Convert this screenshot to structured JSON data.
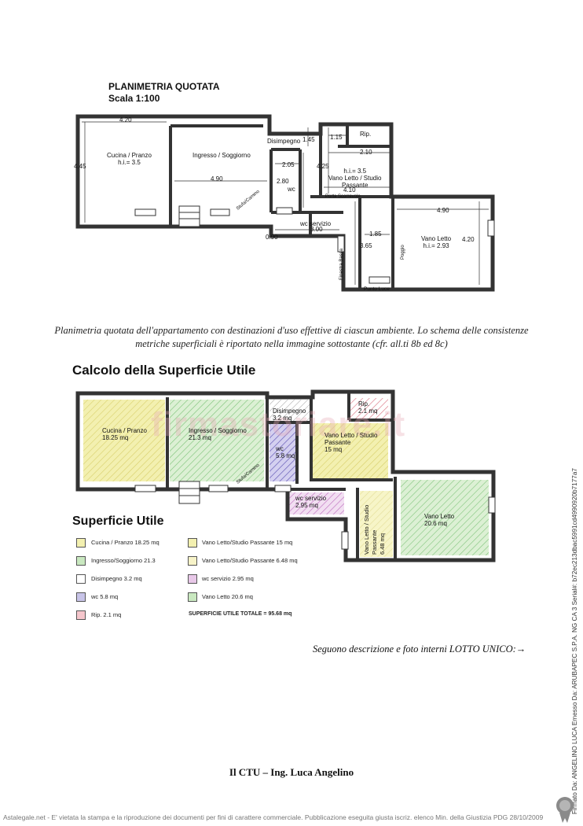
{
  "plan1": {
    "title": "PLANIMETRIA QUOTATA",
    "scale": "Scala 1:100",
    "rooms": {
      "cucina": "Cucina / Pranzo",
      "cucina_hi": "h.i.= 3.5",
      "ingresso": "Ingresso / Soggiorno",
      "disimpegno": "Disimpegno",
      "rip": "Rip.",
      "vano_studio": "Vano Letto / Studio",
      "passante": "Passante",
      "vano_hi": "h.i.= 3.5",
      "wc": "wc",
      "wc_servizio": "wc servizio",
      "vano_letto": "Vano Letto",
      "vano_letto_hi": "h.i.= 2.93",
      "porta": "Porta Scorrevole",
      "finestra": "Finestra Bassa",
      "punto_luce": "Punto Luce",
      "poggio": "Poggio",
      "stufa": "Stufa/Camino"
    },
    "dims": {
      "d420a": "4.20",
      "d445": "4.45",
      "d490a": "4.90",
      "d145": "1.45",
      "d115": "1.15",
      "d210": "2.10",
      "d205": "2.05",
      "d425": "4.25",
      "d280": "2.80",
      "d410": "4.10",
      "d490b": "4.90",
      "d420b": "4.20",
      "d185": "1.85",
      "d365": "3.65",
      "d300": "3.00",
      "d090": "0.90"
    }
  },
  "caption1": "Planimetria quotata dell'appartamento con destinazioni d'uso effettive di ciascun ambiente. Lo schema delle consistenze metriche superficiali è riportato nella immagine sottostante (cfr. all.ti 8b ed 8c)",
  "plan2": {
    "title": "Calcolo della Superficie Utile",
    "rooms": {
      "cucina": "Cucina / Pranzo",
      "cucina_mq": "18.25 mq",
      "ingresso": "Ingresso / Soggiorno",
      "ingresso_mq": "21.3 mq",
      "disimpegno": "Disimpegno",
      "disimpegno_mq": "3.2 mq",
      "rip": "Rip.",
      "rip_mq": "2.1 mq",
      "vano_studio": "Vano Letto / Studio",
      "passante": "Passante",
      "vano_studio_mq": "15 mq",
      "wc": "wc",
      "wc_mq": "5.8 mq",
      "wc_servizio": "wc servizio",
      "wc_servizio_mq": "2.95 mq",
      "vano_letto": "Vano Letto",
      "vano_letto_mq": "20.6 mq",
      "vano_passante_a": "Vano Letto / Studio",
      "vano_passante_b": "Passante",
      "vano_passante_mq": "6.48 mq",
      "stufa": "Stufa/Camino"
    },
    "watermark": "firmastoriare.it"
  },
  "superficie": {
    "title": "Superficie Utile",
    "items": [
      {
        "label": "Cucina / Pranzo 18.25 mq",
        "color": "#f3f0b0"
      },
      {
        "label": "Ingresso/Soggiorno 21.3",
        "color": "#c9e8c0"
      },
      {
        "label": "Disimpegno 3.2 mq",
        "color": "#ffffff"
      },
      {
        "label": "wc 5.8 mq",
        "color": "#c8c4e8"
      },
      {
        "label": "Rip. 2.1 mq",
        "color": "#f5c6cc"
      },
      {
        "label": "Vano Letto/Studio Passante 15 mq",
        "color": "#f3f0b0"
      },
      {
        "label": "Vano Letto/Studio Passante 6.48 mq",
        "color": "#f7f3c8"
      },
      {
        "label": "wc servizio 2.95 mq",
        "color": "#e8c8e8"
      },
      {
        "label": "Vano Letto 20.6 mq",
        "color": "#c9e8c0"
      }
    ],
    "total": "SUPERFICIE UTILE TOTALE = 95.68 mq"
  },
  "seguono": "Seguono descrizione e foto interni LOTTO UNICO:→",
  "ctu": "Il CTU – Ing. Luca Angelino",
  "footer": "Astalegale.net - E' vietata la stampa e la riproduzione dei documenti per fini di carattere commerciale. Pubblicazione eseguita giusta iscriz. elenco Min. della Giustizia PDG 28/10/2009",
  "side_text": "Firmato Da: ANGELINO LUCA Emesso Da: ARUBAPEC S.P.A. NG CA 3 Serial#: b72ec213dbac5991cd4990920b7177a7"
}
